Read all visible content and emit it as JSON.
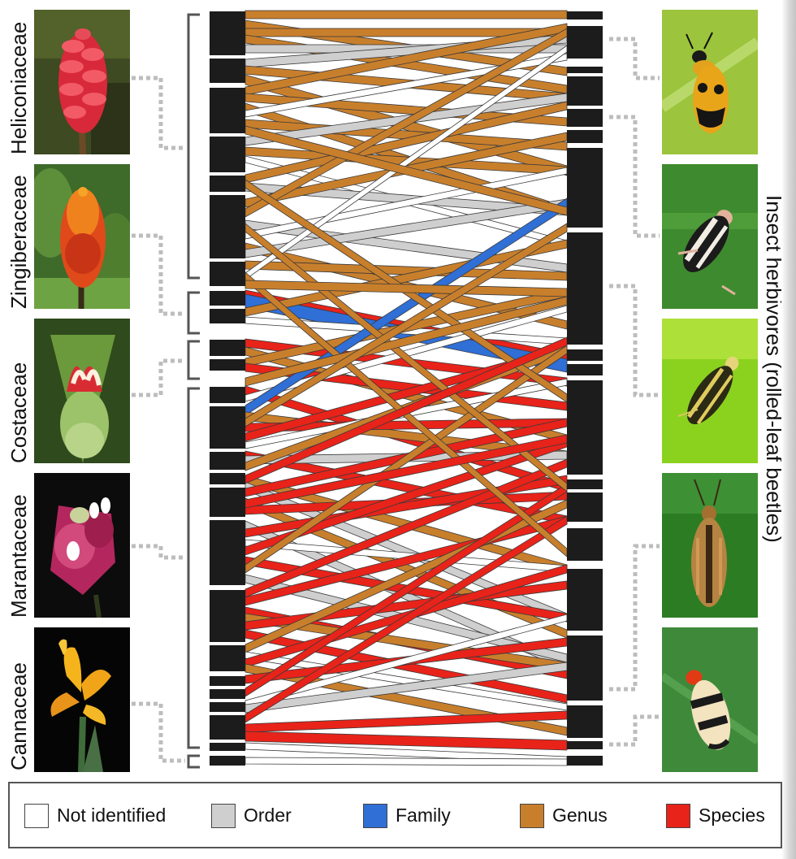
{
  "plant_families": [
    {
      "name": "Heliconiaceae"
    },
    {
      "name": "Zingiberaceae"
    },
    {
      "name": "Costaceae"
    },
    {
      "name": "Marantaceae"
    },
    {
      "name": "Cannaceae"
    }
  ],
  "insect_label": "Insect herbivores (rolled-leaf beetles)",
  "legend": [
    {
      "label": "Not identified",
      "color": "#ffffff"
    },
    {
      "label": "Order",
      "color": "#cfcfcf"
    },
    {
      "label": "Family",
      "color": "#2f6fd6"
    },
    {
      "label": "Genus",
      "color": "#c87f2c"
    },
    {
      "label": "Species",
      "color": "#e8231a"
    }
  ],
  "colors": {
    "node": "#1c1c1c",
    "bracket": "#555555",
    "connector": "#bdbdbd"
  }
}
